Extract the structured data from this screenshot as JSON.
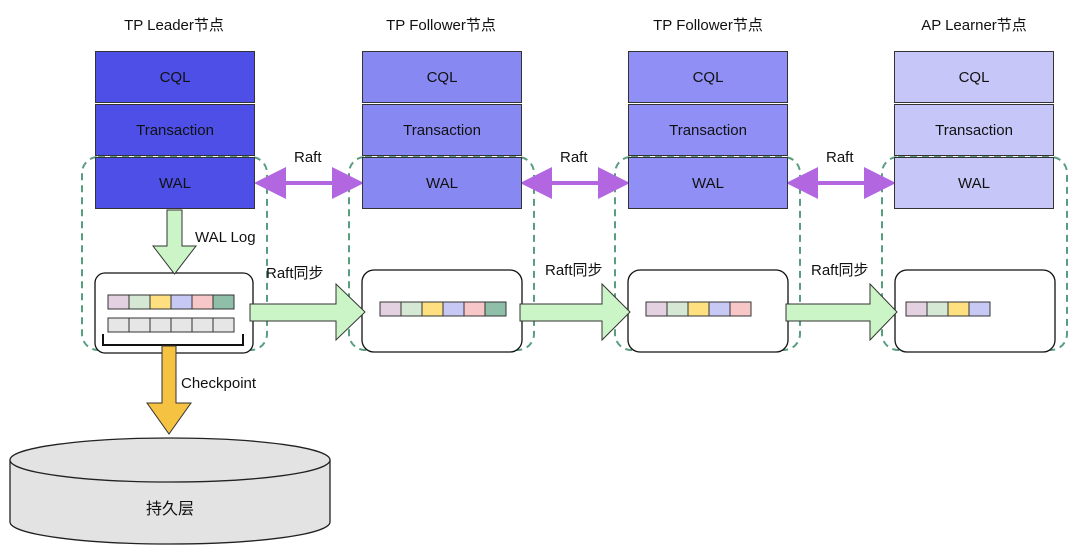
{
  "nodes": [
    {
      "title": "TP Leader节点",
      "layers": [
        "CQL",
        "Transaction",
        "WAL"
      ],
      "colors": [
        "#4d4fe6",
        "#4d4fe6",
        "#4d4fe6"
      ],
      "log_colors": [
        "#e3d1e2",
        "#d5e8d4",
        "#ffe080",
        "#c8c8f5",
        "#f7c7c7",
        "#8fbfa8"
      ]
    },
    {
      "title": "TP Follower节点",
      "layers": [
        "CQL",
        "Transaction",
        "WAL"
      ],
      "colors": [
        "#8888f2",
        "#8888f2",
        "#8888f2"
      ],
      "log_colors": [
        "#e3d1e2",
        "#d5e8d4",
        "#ffe080",
        "#c8c8f5",
        "#f7c7c7",
        "#8fbfa8"
      ]
    },
    {
      "title": "TP Follower节点",
      "layers": [
        "CQL",
        "Transaction",
        "WAL"
      ],
      "colors": [
        "#8f8ff5",
        "#8f8ff5",
        "#8f8ff5"
      ],
      "log_colors": [
        "#e3d1e2",
        "#d5e8d4",
        "#ffe080",
        "#c8c8f5",
        "#f7c7c7"
      ]
    },
    {
      "title": "AP  Learner节点",
      "layers": [
        "CQL",
        "Transaction",
        "WAL"
      ],
      "colors": [
        "#c6c6f8",
        "#c6c6f8",
        "#c6c6f8"
      ],
      "log_colors": [
        "#e3d1e2",
        "#d5e8d4",
        "#ffe080",
        "#c8c8f5"
      ]
    }
  ],
  "raft_labels": [
    "Raft",
    "Raft",
    "Raft"
  ],
  "sync_labels": [
    "Raft同步",
    "Raft同步",
    "Raft同步"
  ],
  "wal_log_label": "WAL Log",
  "checkpoint_label": "Checkpoint",
  "storage_label": "持久层",
  "colors": {
    "raft_arrow": "#b266e0",
    "sync_arrow_fill": "#ccf5c7",
    "checkpoint_arrow": "#f5c242",
    "dashed_group": "#5a9e80",
    "cylinder_fill": "#e3e3e3",
    "slot_empty": "#e6e6e6"
  }
}
